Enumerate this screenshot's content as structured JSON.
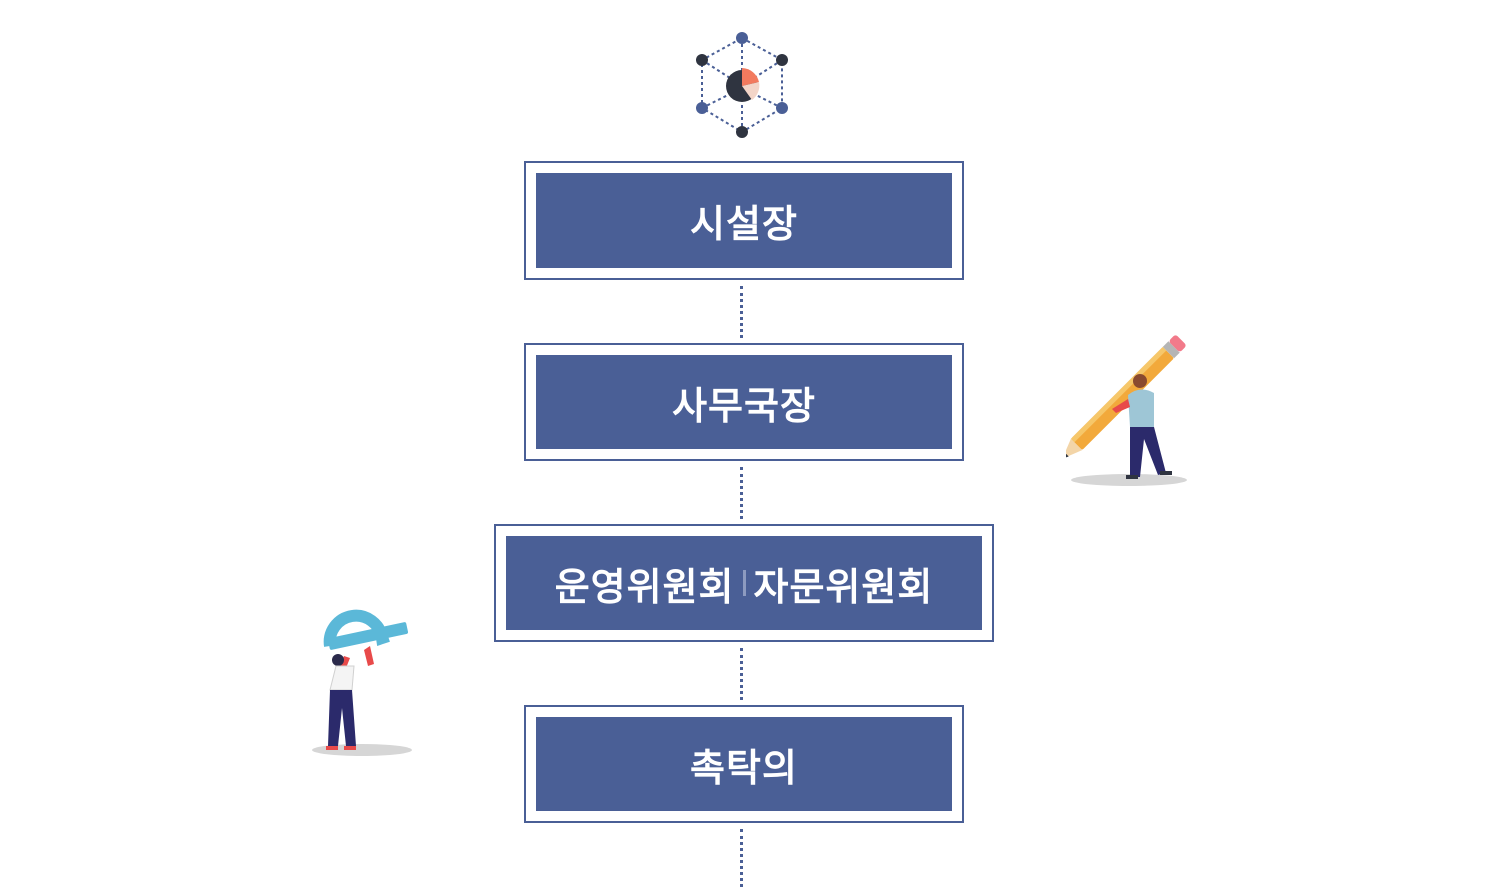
{
  "org_chart": {
    "levels": [
      {
        "label": "시설장"
      },
      {
        "label": "사무국장"
      },
      {
        "label_left": "운영위원회",
        "label_right": "자문위원회"
      },
      {
        "label": "촉탁의"
      }
    ]
  },
  "colors": {
    "box_fill": "#4a5f96",
    "connector": "#4a5f96",
    "text": "#ffffff"
  },
  "icons": {
    "top": "network-hexagon-pie-icon",
    "right_figure": "person-carrying-pencil-illustration",
    "left_figure": "person-holding-protractor-illustration"
  }
}
